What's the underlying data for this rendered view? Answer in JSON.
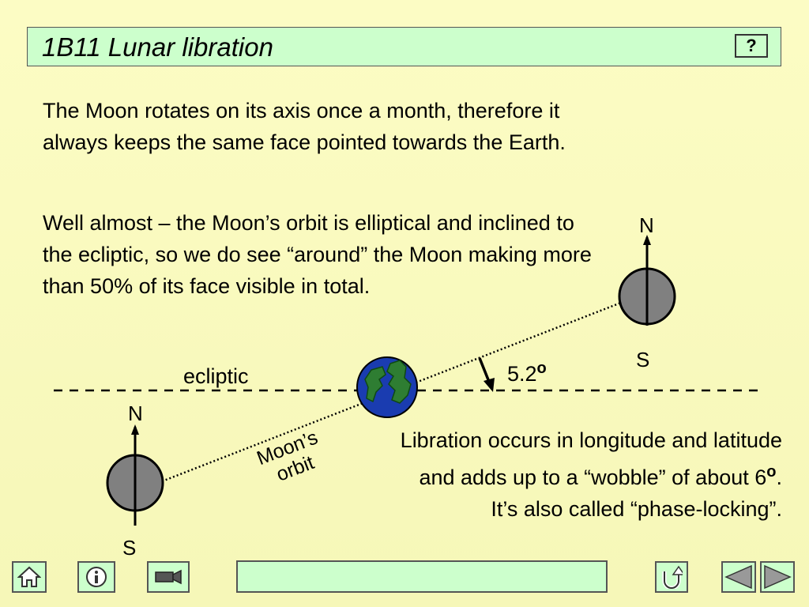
{
  "title": "1B11 Lunar libration",
  "help_label": "?",
  "paragraph1": "The Moon rotates on its axis once a month, therefore it always keeps the same face pointed towards the Earth.",
  "paragraph2": "Well almost – the Moon’s orbit is elliptical and inclined to the ecliptic, so we do see “around” the Moon making more than 50% of its face visible in total.",
  "paragraph3": {
    "before": "Libration occurs in longitude and latitude and adds up to a “wobble” of about 6",
    "degree": "o",
    "after": ". It’s also called “phase-locking”."
  },
  "diagram": {
    "ecliptic_label": "ecliptic",
    "angle_value": "5.2",
    "angle_degree": "o",
    "orbit_label_line1": "Moon’s",
    "orbit_label_line2": "orbit",
    "north_label": "N",
    "south_label": "S",
    "colors": {
      "moon": "#808080",
      "earth_ocean": "#1a3cb0",
      "earth_land": "#2e7d32",
      "background": "#fcfcc4",
      "panel": "#ccffcc"
    }
  },
  "nav": {
    "icons": [
      "home-icon",
      "info-icon",
      "video-camera-icon",
      "return-icon",
      "previous-icon",
      "next-icon"
    ]
  }
}
